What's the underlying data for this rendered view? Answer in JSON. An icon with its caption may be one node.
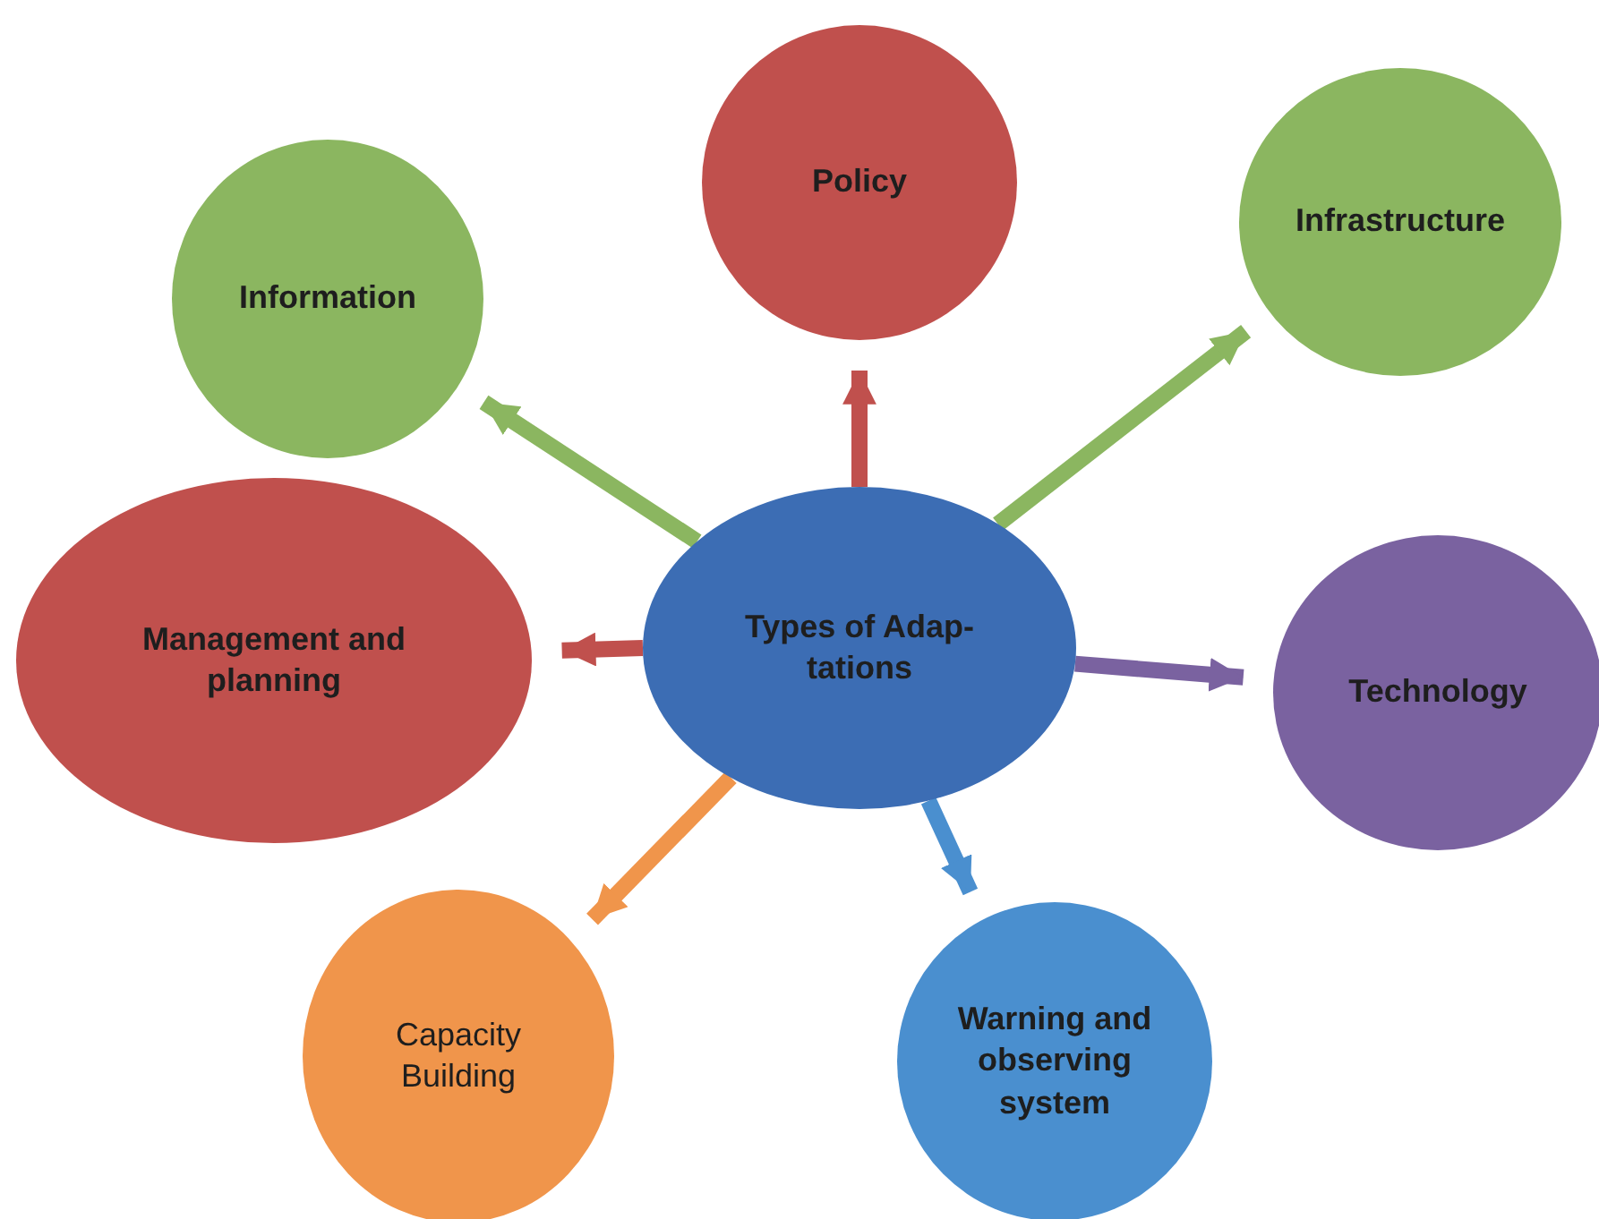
{
  "diagram": {
    "nodes": [
      {
        "text": [
          "Types of Adap- tations"
        ]
      },
      {
        "text": [
          "Policy"
        ]
      },
      {
        "text": [
          "Infrastructure"
        ]
      },
      {
        "text": [
          "Information"
        ]
      },
      {
        "text": [
          "Management and planning"
        ]
      },
      {
        "text": [
          "Technology"
        ]
      },
      {
        "text": [
          "Capacity Building"
        ]
      },
      {
        "text": [
          "Warning and observing system"
        ]
      }
    ],
    "edges": [
      {
        "from": 0,
        "to": 1,
        "arrow": "to",
        "color": "#c0504d"
      },
      {
        "from": 0,
        "to": 2,
        "arrow": "to",
        "color": "#8bb660"
      },
      {
        "from": 0,
        "to": 3,
        "arrow": "to",
        "color": "#8bb660"
      },
      {
        "from": 0,
        "to": 4,
        "arrow": "to",
        "color": "#c0504d"
      },
      {
        "from": 0,
        "to": 5,
        "arrow": "to",
        "color": "#7a62a0"
      },
      {
        "from": 0,
        "to": 6,
        "arrow": "to",
        "color": "#f0954b"
      },
      {
        "from": 0,
        "to": 7,
        "arrow": "to",
        "color": "#4a8fcf"
      }
    ]
  }
}
